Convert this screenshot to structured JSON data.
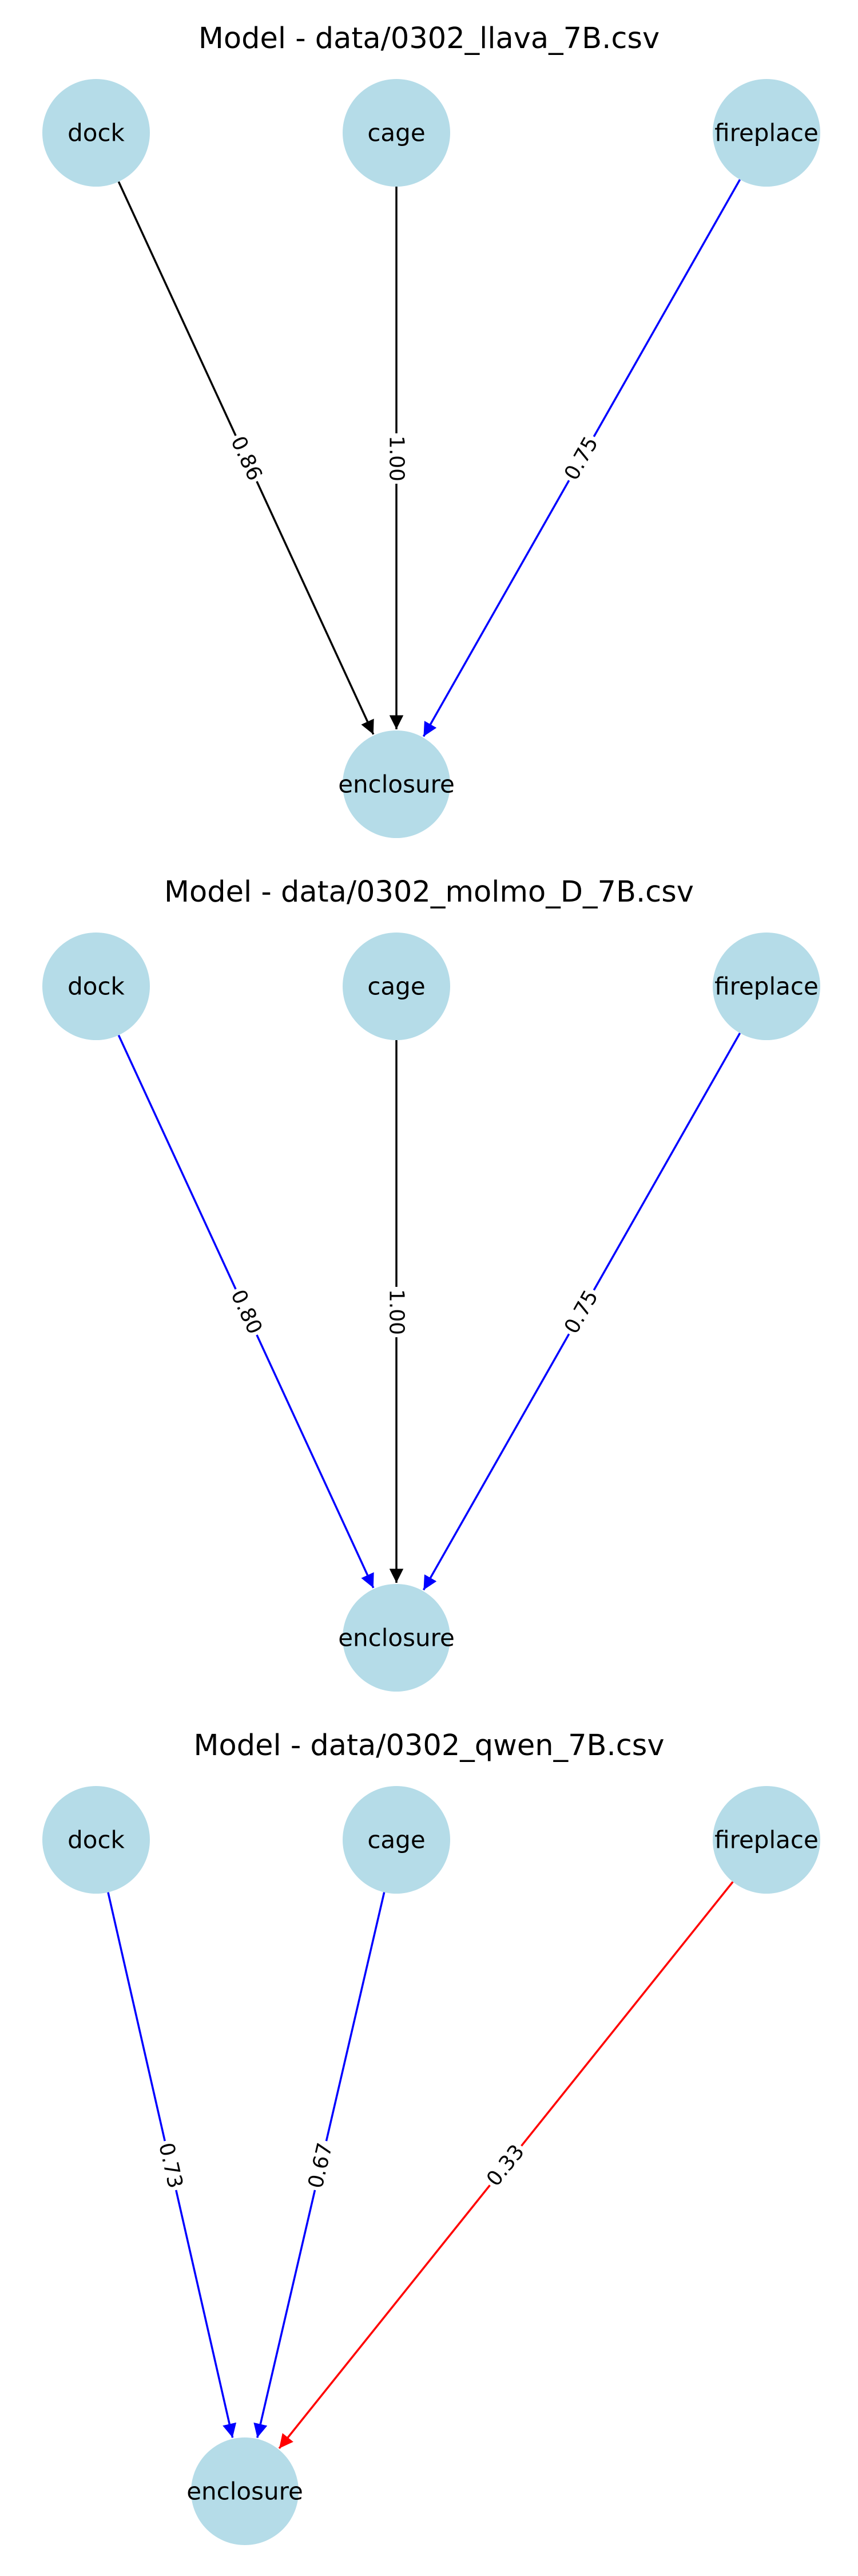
{
  "panels": [
    {
      "title": "Model - data/0302_llava_7B.csv",
      "nodes": [
        {
          "id": "dock",
          "label": "dock"
        },
        {
          "id": "cage",
          "label": "cage"
        },
        {
          "id": "fireplace",
          "label": "fireplace"
        },
        {
          "id": "enclosure",
          "label": "enclosure"
        }
      ],
      "edges": [
        {
          "from": "dock",
          "to": "enclosure",
          "weight": "0.86",
          "color": "#000000"
        },
        {
          "from": "cage",
          "to": "enclosure",
          "weight": "1.00",
          "color": "#000000"
        },
        {
          "from": "fireplace",
          "to": "enclosure",
          "weight": "0.75",
          "color": "#0000ff"
        }
      ]
    },
    {
      "title": "Model - data/0302_molmo_D_7B.csv",
      "nodes": [
        {
          "id": "dock",
          "label": "dock"
        },
        {
          "id": "cage",
          "label": "cage"
        },
        {
          "id": "fireplace",
          "label": "fireplace"
        },
        {
          "id": "enclosure",
          "label": "enclosure"
        }
      ],
      "edges": [
        {
          "from": "dock",
          "to": "enclosure",
          "weight": "0.80",
          "color": "#0000ff"
        },
        {
          "from": "cage",
          "to": "enclosure",
          "weight": "1.00",
          "color": "#000000"
        },
        {
          "from": "fireplace",
          "to": "enclosure",
          "weight": "0.75",
          "color": "#0000ff"
        }
      ]
    },
    {
      "title": "Model - data/0302_qwen_7B.csv",
      "nodes": [
        {
          "id": "dock",
          "label": "dock"
        },
        {
          "id": "cage",
          "label": "cage"
        },
        {
          "id": "fireplace",
          "label": "fireplace"
        },
        {
          "id": "enclosure",
          "label": "enclosure"
        }
      ],
      "edges": [
        {
          "from": "dock",
          "to": "enclosure",
          "weight": "0.73",
          "color": "#0000ff"
        },
        {
          "from": "cage",
          "to": "enclosure",
          "weight": "0.67",
          "color": "#0000ff"
        },
        {
          "from": "fireplace",
          "to": "enclosure",
          "weight": "0.33",
          "color": "#ff0000"
        }
      ]
    }
  ]
}
